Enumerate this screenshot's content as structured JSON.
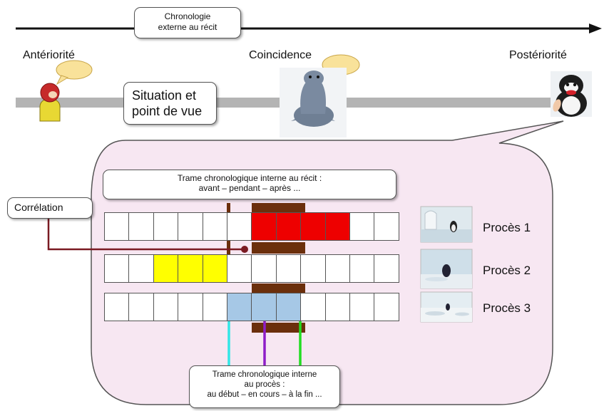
{
  "top": {
    "external_chronology": [
      "Chronologie",
      "externe au récit"
    ]
  },
  "timeline": {
    "anteriority": "Antériorité",
    "coincidence": "Coincidence",
    "posteriority": "Postériorité"
  },
  "situation_box": [
    "Situation et",
    "point de vue"
  ],
  "correlation_label": "Corrélation",
  "internal_narrative_box": [
    "Trame chronologique interne au récit :",
    "avant – pendant – après ..."
  ],
  "process_internal_box": [
    "Trame chronologique interne",
    "au procès :",
    "au début – en cours – à la fin ..."
  ],
  "processes": [
    {
      "label": "Procès 1",
      "cells": [
        "w",
        "w",
        "w",
        "w",
        "w",
        "w",
        "r",
        "r",
        "r",
        "r",
        "w",
        "w"
      ]
    },
    {
      "label": "Procès 2",
      "cells": [
        "w",
        "w",
        "y",
        "y",
        "y",
        "w",
        "w",
        "w",
        "w",
        "w",
        "w",
        "w"
      ]
    },
    {
      "label": "Procès 3",
      "cells": [
        "w",
        "w",
        "w",
        "w",
        "w",
        "b",
        "b",
        "b",
        "w",
        "w",
        "w",
        "w"
      ]
    }
  ],
  "colors": {
    "red": "#ee0000",
    "yellow": "#ffff00",
    "blue": "#a6c8e6",
    "white": "#ffffff",
    "brown": "#6b2f0c",
    "correlation_line": "#7a1a22",
    "bubble_fill": "#f7e7f2",
    "speech_yellow": "#f9e29a",
    "arrow_cyan": "#33e6e6",
    "arrow_purple": "#8e1ec8",
    "arrow_green": "#22dd22"
  },
  "icons": [
    "character-icon",
    "seal-figure-icon",
    "penguin-icon"
  ]
}
